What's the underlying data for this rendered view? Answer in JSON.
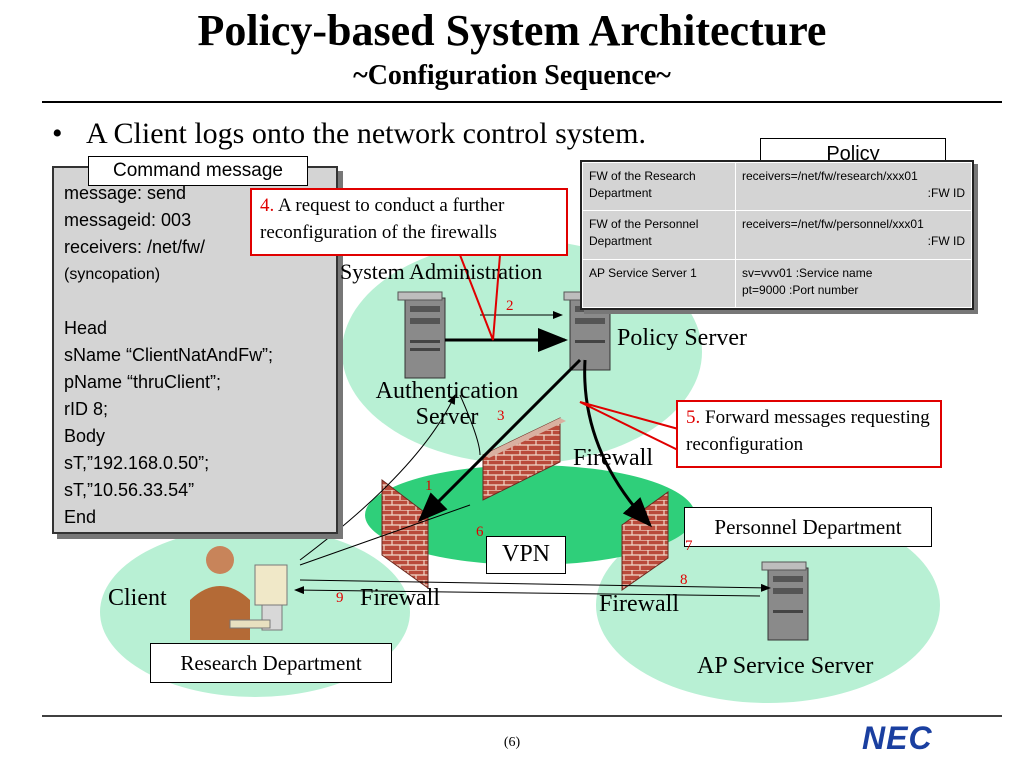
{
  "title": "Policy-based System Architecture",
  "subtitle": "~Configuration Sequence~",
  "bullet": {
    "symbol": "•",
    "text": "A Client logs onto the network control system."
  },
  "command_message": {
    "label": "Command message",
    "lines": [
      "message: send",
      "messageid: 003",
      "receivers: /net/fw/",
      "(syncopation)",
      "",
      "Head",
      "sName “ClientNatAndFw”;",
      "pName “thruClient”;",
      "rID 8;",
      "Body",
      "sT,”192.168.0.50”;",
      "sT,”10.56.33.54”",
      "End"
    ]
  },
  "callout_4": {
    "num": "4.",
    "text": " A request to conduct a further reconfiguration of the firewalls"
  },
  "callout_5": {
    "num": "5.",
    "text": " Forward messages requesting reconfiguration"
  },
  "policy": {
    "label": "Policy",
    "rows": [
      {
        "left": "FW of the Research Department",
        "right1": "receivers=/net/fw/research/xxx01",
        "right2": ":FW ID"
      },
      {
        "left": "FW of the Personnel Department",
        "right1": "receivers=/net/fw/personnel/xxx01",
        "right2": ":FW ID"
      },
      {
        "left": "AP Service Server 1",
        "right1": "sv=vvv01   :Service name",
        "right2": "pt=9000   :Port number"
      }
    ]
  },
  "diagram": {
    "system_admin": "System Administration",
    "policy_server": "Policy Server",
    "auth_server_line1": "Authentication",
    "auth_server_line2": "Server",
    "firewall_center": "Firewall",
    "firewall_left": "Firewall",
    "firewall_right": "Firewall",
    "vpn": "VPN",
    "personnel_department": "Personnel Department",
    "research_department": "Research Department",
    "client": "Client",
    "ap_service_server": "AP Service Server",
    "steps": {
      "s1": "1",
      "s2": "2",
      "s3": "3",
      "s6": "6",
      "s7": "7",
      "s8": "8",
      "s9": "9"
    }
  },
  "footer": {
    "page": "(6)",
    "logo": "NEC"
  },
  "colors": {
    "cloud": "#b8f0d4",
    "vpn_ellipse": "#2fcf7a",
    "brick": "#b94a3a",
    "callout_border": "#e00000",
    "step_number": "#e00000",
    "logo": "#1a3fa0"
  }
}
